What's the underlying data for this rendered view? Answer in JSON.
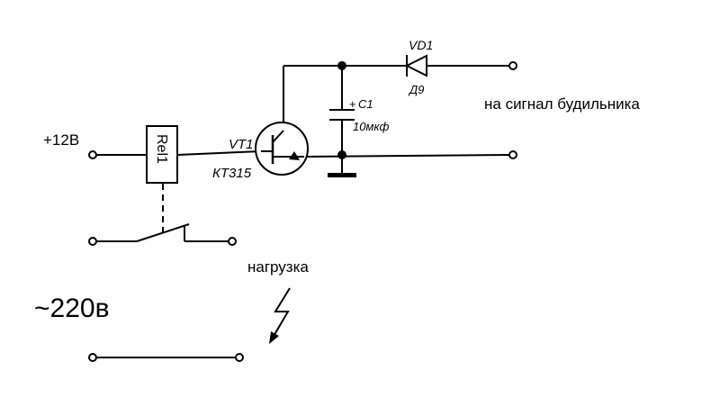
{
  "labels": {
    "vd1": "VD1",
    "d9": "Д9",
    "c1": "C1",
    "c1_value": "10мкф",
    "c1_plus": "+",
    "vt1": "VT1",
    "kt315": "КТ315",
    "rel1": "Rel1",
    "supply": "+12В",
    "signal": "на сигнал будильника",
    "load": "нагрузка",
    "mains": "~220в"
  },
  "colors": {
    "ink": "#000000",
    "background": "#ffffff"
  },
  "icons": {
    "terminal": "open-circle",
    "junction": "filled-dot",
    "diode": "diode-symbol",
    "capacitor": "polarized-capacitor",
    "transistor": "npn-transistor",
    "relay": "relay-coil",
    "switch": "relay-contact",
    "ground": "ground-bar",
    "load": "lightning-arrow"
  }
}
